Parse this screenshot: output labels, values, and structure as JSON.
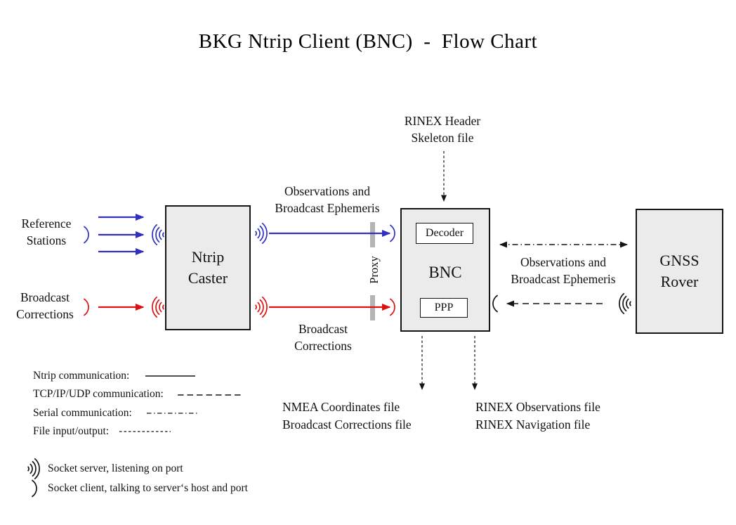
{
  "title": "BKG Ntrip Client (BNC)  -  Flow Chart",
  "colors": {
    "blue": "#3030c0",
    "red": "#dd1111",
    "black": "#141414",
    "box_fill": "#ebebeb",
    "box_border": "#141414",
    "proxy_gray": "#b4b4b4"
  },
  "nodes": {
    "ntrip_caster": {
      "line1": "Ntrip",
      "line2": "Caster"
    },
    "bnc": {
      "label": "BNC",
      "decoder_label": "Decoder",
      "ppp_label": "PPP"
    },
    "gnss_rover": {
      "line1": "GNSS",
      "line2": "Rover"
    }
  },
  "flows": {
    "reference_stations": {
      "line1": "Reference",
      "line2": "Stations"
    },
    "broadcast_corrections_in": {
      "line1": "Broadcast",
      "line2": "Corrections"
    },
    "obs_ephemeris_caster_bnc": {
      "line1": "Observations and",
      "line2": "Broadcast Ephemeris"
    },
    "broadcast_corrections_mid": {
      "line1": "Broadcast",
      "line2": "Corrections"
    },
    "proxy": "Proxy",
    "rinex_header_skeleton": {
      "line1": "RINEX Header",
      "line2": "Skeleton file"
    },
    "obs_ephemeris_rover_bnc": {
      "line1": "Observations and",
      "line2": "Broadcast Ephemeris"
    },
    "nmea_output": {
      "line1": "NMEA Coordinates file",
      "line2": "Broadcast Corrections file"
    },
    "rinex_output": {
      "line1": "RINEX Observations file",
      "line2": "RINEX Navigation file"
    }
  },
  "legend": {
    "ntrip": "Ntrip communication:",
    "tcp": "TCP/IP/UDP communication:",
    "serial": "Serial communication:",
    "file": "File input/output:",
    "socket_server": "Socket server, listening on port",
    "socket_client": "Socket client, talking to server‘s host and port"
  }
}
